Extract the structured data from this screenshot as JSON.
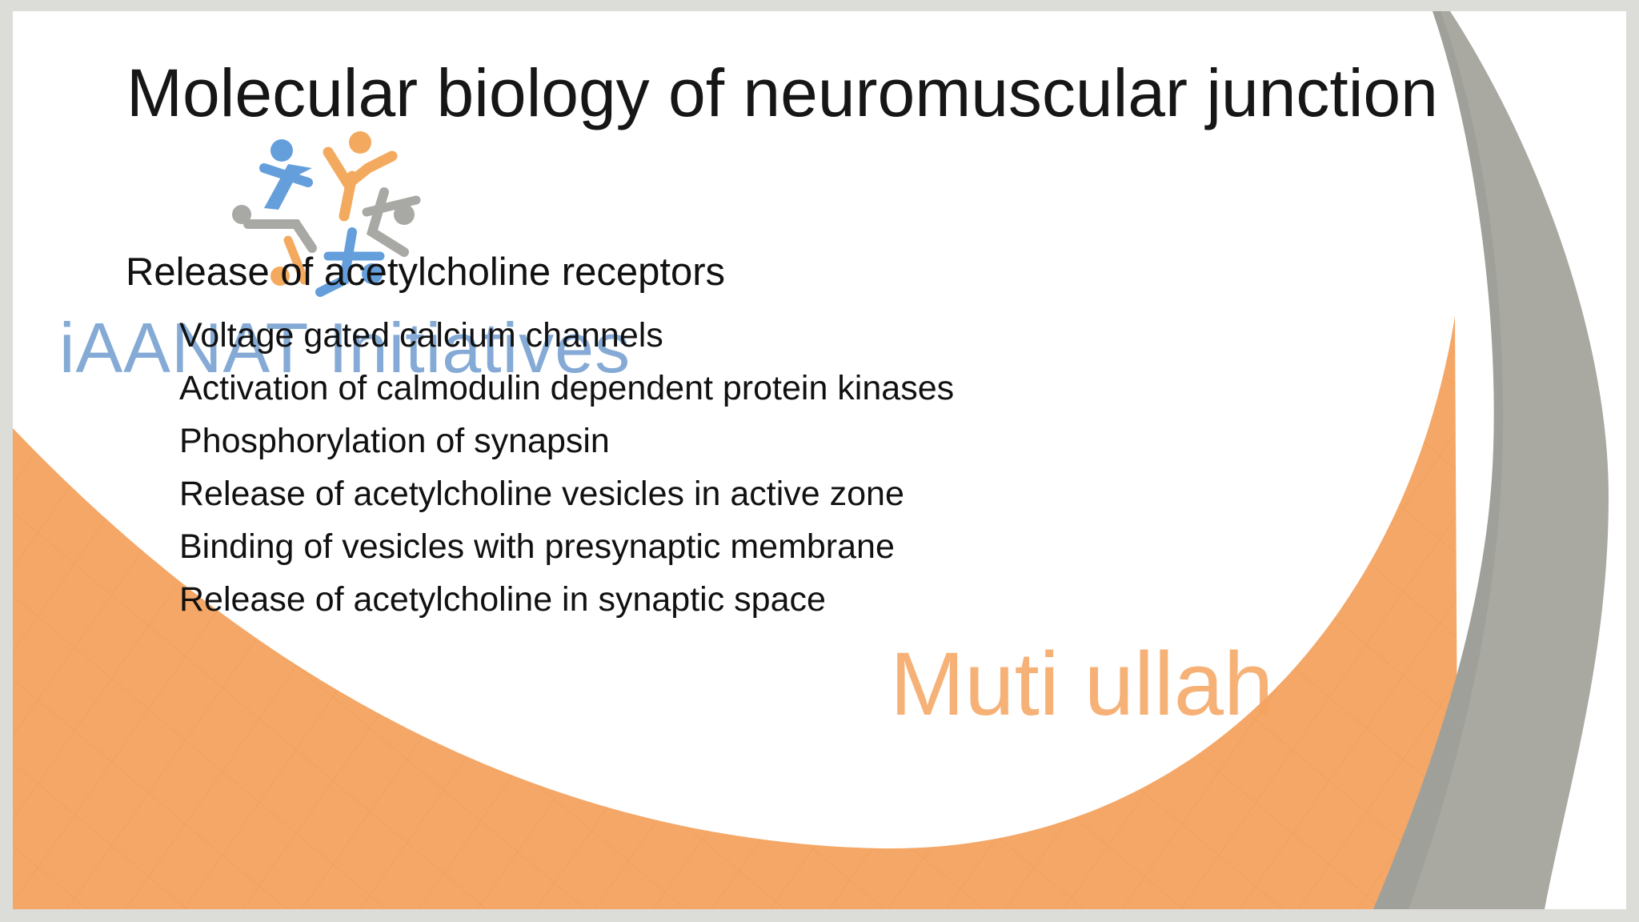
{
  "slide": {
    "title": "Molecular biology of neuromuscular junction",
    "heading": "Release of acetylcholine receptors",
    "bullets": [
      "Voltage gated calcium channels",
      "Activation of calmodulin dependent protein kinases",
      "Phosphorylation of synapsin",
      "Release of acetylcholine vesicles in active zone",
      "Binding of vesicles with presynaptic membrane",
      "Release of acetylcholine in synaptic space"
    ]
  },
  "watermarks": {
    "organization": "iAANAT Initiatives",
    "author": "Muti ullah"
  },
  "icons": {
    "logo": "people-circle-logo-icon"
  },
  "colors": {
    "accent_orange": "#f4a25a",
    "accent_gray": "#a3a39c",
    "logo_blue": "#4a8fd6",
    "logo_orange": "#f29c44",
    "logo_gray": "#9a9a96",
    "background": "#ffffff"
  }
}
